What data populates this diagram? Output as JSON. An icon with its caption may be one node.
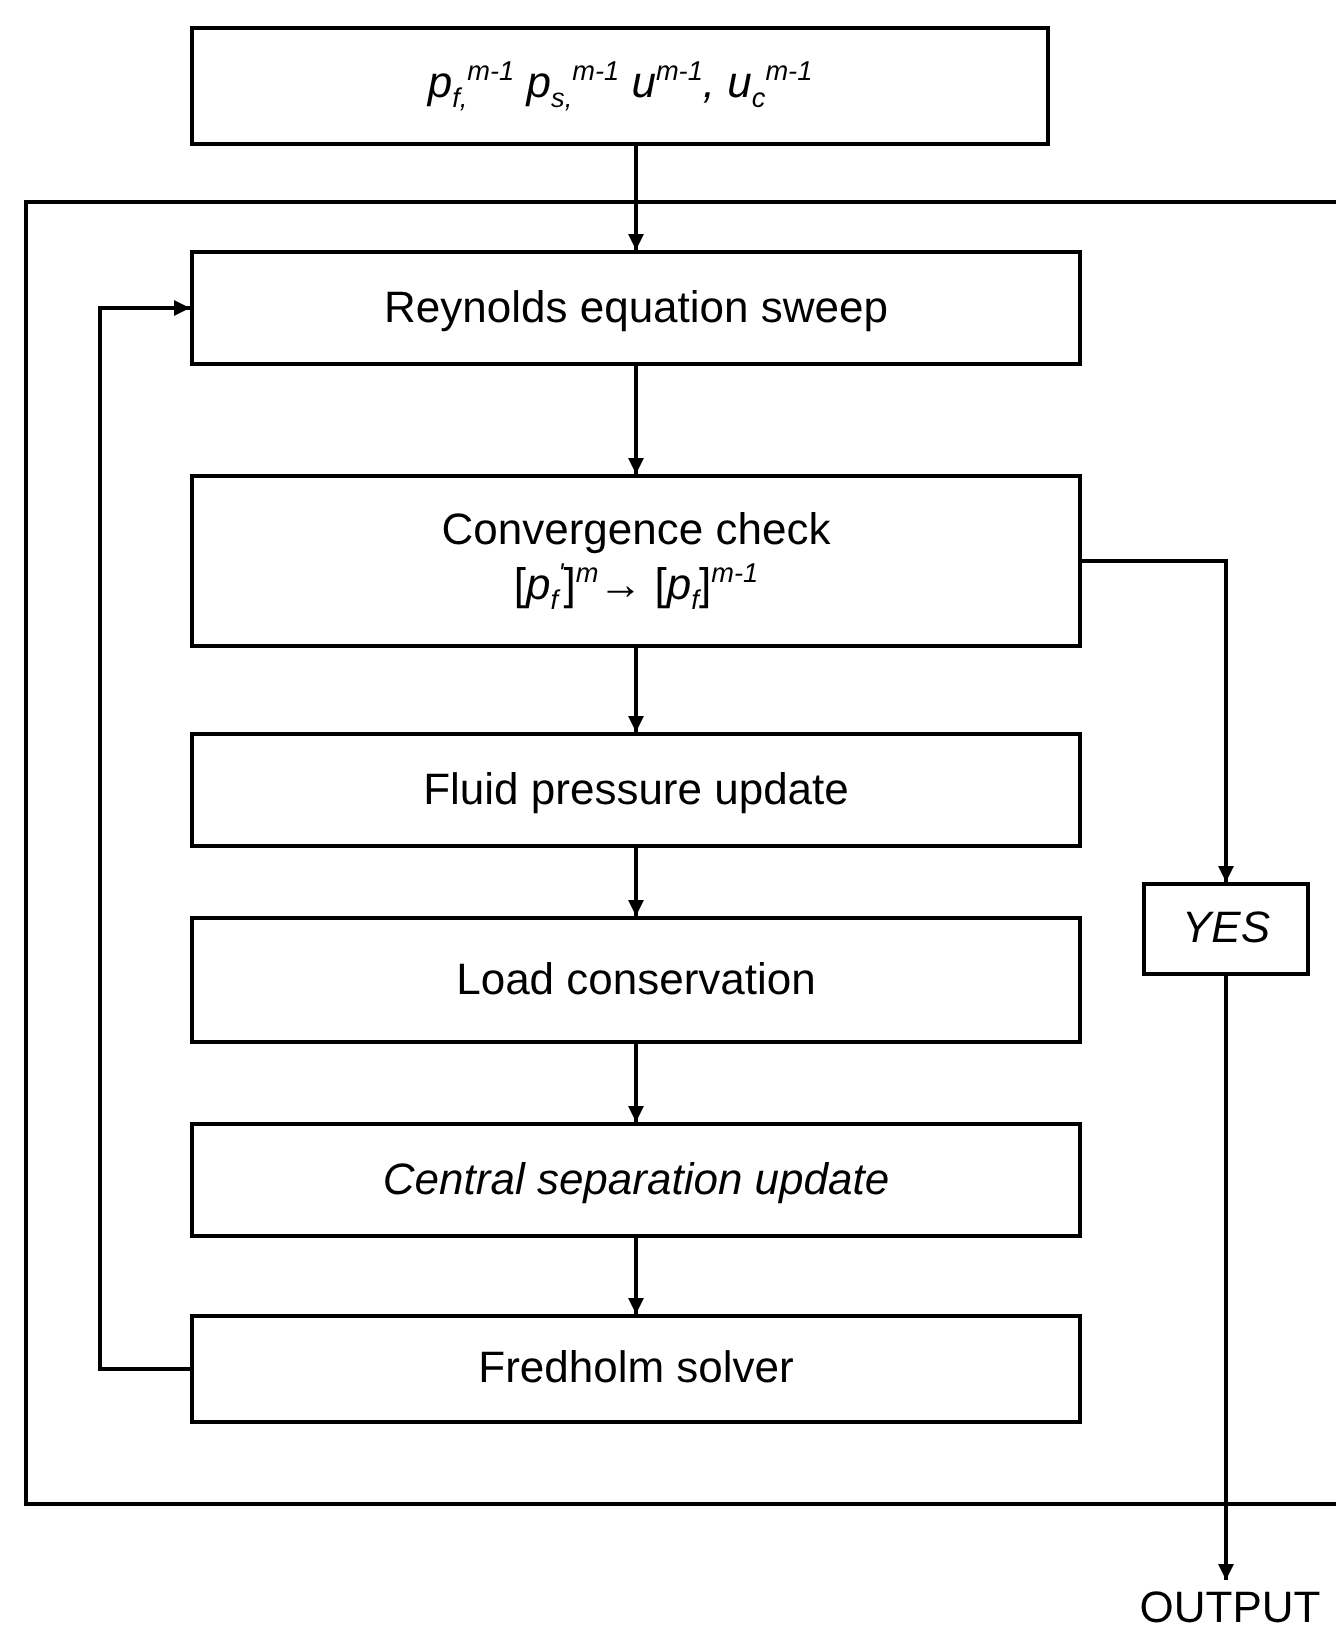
{
  "diagram": {
    "nodes": [
      {
        "text": [
          "p$_{f,}$$^{m-1}$ p$_{s,}$$^{m-1}$ u$^{m-1}$, u$_{c}$$^{m-1}$"
        ]
      },
      {
        "text": [],
        "shape": "box"
      },
      {
        "text": [
          "Reynolds equation sweep"
        ],
        "in": 1
      },
      {
        "text": [
          "Convergence check",
          "[*p*$_{f}$$^{'}$]$^{m}$→ [*p*$_{f}$]$^{m-1}$"
        ],
        "in": 1
      },
      {
        "text": [
          "Fluid pressure update"
        ],
        "in": 1
      },
      {
        "text": [
          "Load conservation"
        ],
        "in": 1
      },
      {
        "text": [
          "Central separation update"
        ],
        "in": 1
      },
      {
        "text": [
          "Fredholm solver"
        ],
        "in": 1
      },
      {
        "text": [
          "YES"
        ],
        "in": 1
      },
      {
        "text": [
          "OUTPUT"
        ]
      }
    ],
    "edges": [
      {
        "from": 0,
        "to": 2,
        "arrow": "to"
      },
      {
        "from": 2,
        "to": 3,
        "arrow": "to"
      },
      {
        "from": 3,
        "to": 4,
        "arrow": "to"
      },
      {
        "from": 4,
        "to": 5,
        "arrow": "to"
      },
      {
        "from": 5,
        "to": 6,
        "arrow": "to"
      },
      {
        "from": 6,
        "to": 7,
        "arrow": "to"
      },
      {
        "from": 7,
        "to": 2,
        "arrow": "to"
      },
      {
        "from": 3,
        "to": 8,
        "arrow": "to"
      },
      {
        "from": 8,
        "to": 9,
        "arrow": "to"
      }
    ]
  }
}
